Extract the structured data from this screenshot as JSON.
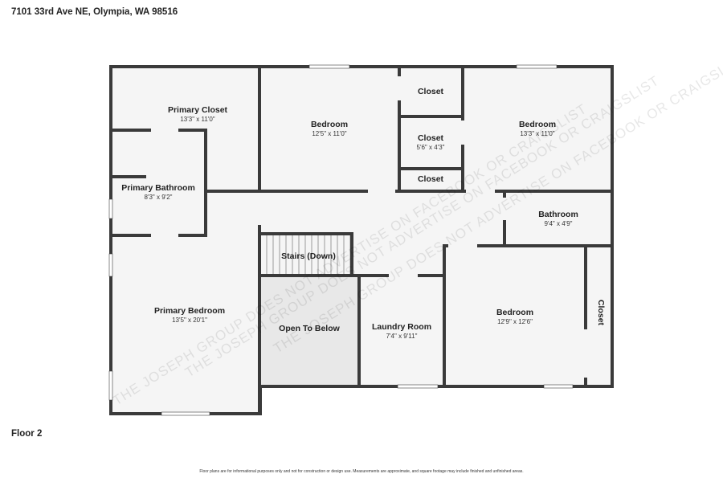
{
  "address": "7101 33rd Ave NE, Olympia, WA 98516",
  "floor_label": "Floor 2",
  "disclaimer": "Floor plans are for informational purposes only and not for construction or design use. Measurements are approximate, and square footage may include finished and unfinished areas.",
  "watermark": "THE JOSEPH GROUP DOES NOT ADVERTISE ON FACEBOOK OR CRAIGSLIST",
  "colors": {
    "wall": "#3a3a3a",
    "floor": "#f5f5f5",
    "open_to_below": "#e8e8e8",
    "window": "#ffffff"
  },
  "rooms": {
    "primary_closet": {
      "name": "Primary Closet",
      "dims": "13'3\" x 11'0\""
    },
    "primary_bathroom": {
      "name": "Primary Bathroom",
      "dims": "8'3\" x 9'2\""
    },
    "primary_bedroom": {
      "name": "Primary Bedroom",
      "dims": "13'5\" x 20'1\""
    },
    "bedroom_1": {
      "name": "Bedroom",
      "dims": "12'5\" x 11'0\""
    },
    "closet_1": {
      "name": "Closet"
    },
    "closet_2": {
      "name": "Closet",
      "dims": "5'6\" x 4'3\""
    },
    "closet_3": {
      "name": "Closet"
    },
    "bedroom_2": {
      "name": "Bedroom",
      "dims": "13'3\" x 11'0\""
    },
    "bathroom": {
      "name": "Bathroom",
      "dims": "9'4\" x 4'9\""
    },
    "stairs": {
      "name": "Stairs (Down)"
    },
    "open_to_below": {
      "name": "Open To Below"
    },
    "laundry_room": {
      "name": "Laundry Room",
      "dims": "7'4\" x 9'11\""
    },
    "bedroom_3": {
      "name": "Bedroom",
      "dims": "12'9\" x 12'6\""
    },
    "closet_4": {
      "name": "Closet"
    }
  }
}
